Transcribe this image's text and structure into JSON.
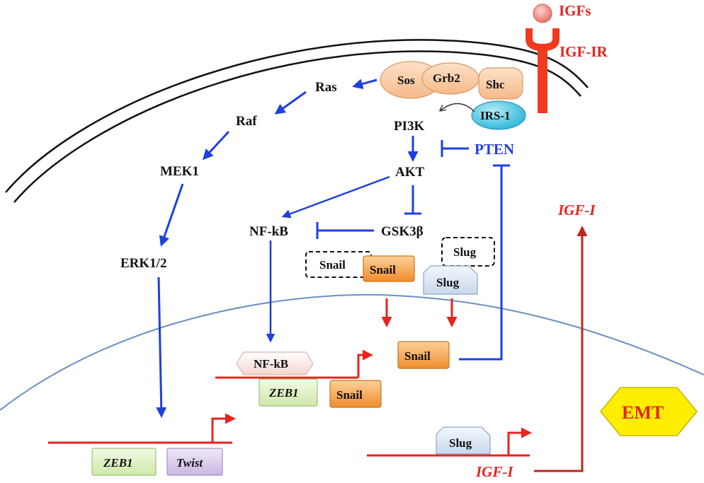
{
  "diagram": {
    "ligand": {
      "label": "IGFs"
    },
    "receptor": {
      "label": "IGF-IR"
    },
    "adaptors": {
      "sos": "Sos",
      "grb2": "Grb2",
      "shc": "Shc",
      "irs1": "IRS-1"
    },
    "kinases": {
      "ras": "Ras",
      "raf": "Raf",
      "mek1": "MEK1",
      "erk": "ERK1/2",
      "pi3k": "PI3K",
      "akt": "AKT",
      "gsk3b": "GSK3β",
      "nfkb": "NF-kB"
    },
    "pten": {
      "label": "PTEN"
    },
    "cytoplasm_factors": {
      "snail_inactive": "Snail",
      "snail_active": "Snail",
      "slug_inactive": "Slug",
      "slug_active": "Slug"
    },
    "nucleus": {
      "nfkb_bound": "NF-kB",
      "zeb1_mid": "ZEB1",
      "snail_bound": "Snail",
      "snail_product": "Snail",
      "zeb1_bottom": "ZEB1",
      "twist": "Twist",
      "slug_bound": "Slug",
      "igf1_gene": "IGF-I"
    },
    "secreted": {
      "igf1": "IGF-I"
    },
    "outcome": {
      "emt": "EMT"
    },
    "colors": {
      "activation_arrow": "#1f3fe0",
      "transcription_arrow": "#e8231f",
      "receptor": "#f03a1e",
      "emt_fill": "#ffee00",
      "zeb1_fill": "#e2f3c6",
      "twist_fill": "#ddd1ee",
      "snail_fill": "#f7a44a",
      "slug_fill": "#dfe9f5"
    }
  }
}
